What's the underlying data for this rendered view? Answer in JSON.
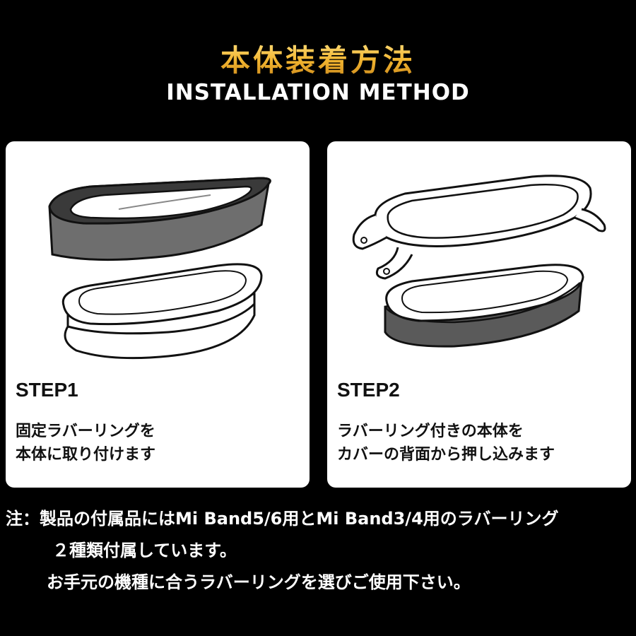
{
  "header": {
    "title_jp": "本体装着方法",
    "title_en": "INSTALLATION METHOD"
  },
  "steps": [
    {
      "label": "STEP1",
      "desc_line1": "固定ラバーリングを",
      "desc_line2": "本体に取り付けます"
    },
    {
      "label": "STEP2",
      "desc_line1": "ラバーリング付きの本体を",
      "desc_line2": "カバーの背面から押し込みます"
    }
  ],
  "note": {
    "line1": "注：製品の付属品にはMi Band5/6用とMi Band3/4用のラバーリング",
    "line2": "２種類付属しています。",
    "line3": "お手元の機種に合うラバーリングを選びご使用下さい。"
  },
  "colors": {
    "background": "#000000",
    "title_gold": "#f2b530",
    "card": "#ffffff",
    "rubber_ring": "#6e6e6e"
  }
}
